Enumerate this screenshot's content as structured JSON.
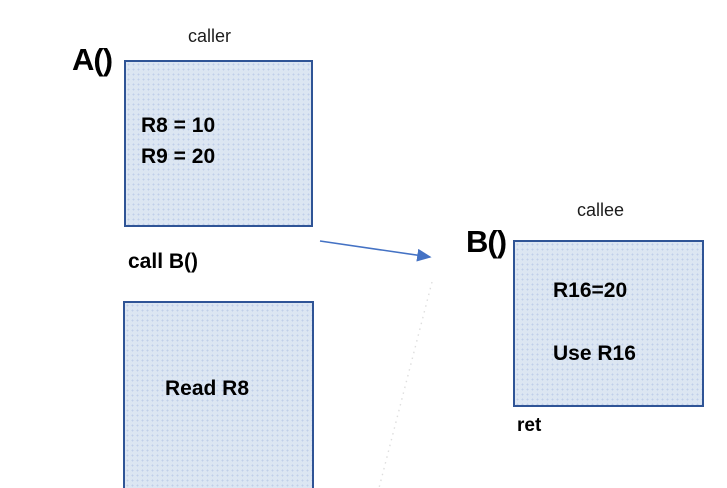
{
  "diagram": {
    "caller": {
      "role_label": "caller",
      "function_label": "A()",
      "setup_box": {
        "line1": "R8 = 10",
        "line2": "R9 = 20"
      },
      "call_label": "call B()",
      "read_box": {
        "line1": "Read R8"
      }
    },
    "callee": {
      "role_label": "callee",
      "function_label": "B()",
      "body_box": {
        "line1": "R16=20",
        "line2": "Use R16"
      },
      "ret_label": "ret"
    },
    "colors": {
      "box_border": "#2f5496",
      "box_fill": "#dce6f2",
      "arrow": "#4472c4",
      "dotted_connector": "#dedede",
      "text": "#000000"
    }
  }
}
